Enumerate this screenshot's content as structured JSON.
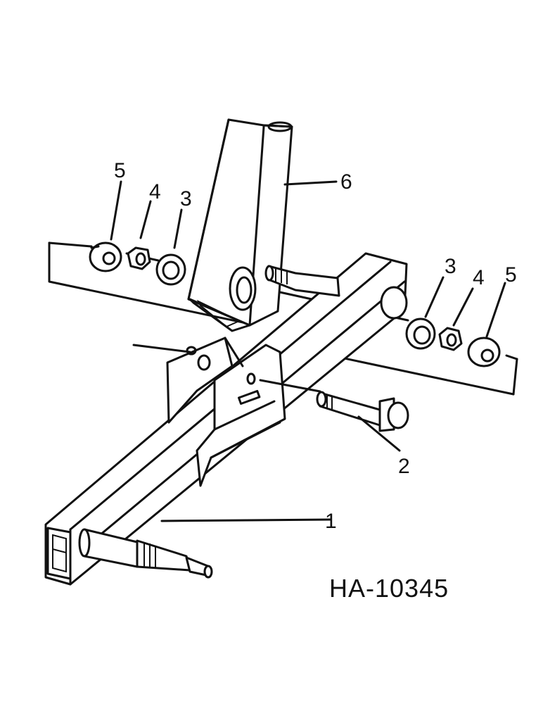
{
  "callouts": {
    "c1": "1",
    "c2": "2",
    "c3_left": "3",
    "c4_left": "4",
    "c5_left": "5",
    "c3_right": "3",
    "c4_right": "4",
    "c5_right": "5",
    "c6": "6"
  },
  "drawing_number": "HA-10345",
  "colors": {
    "ink": "#111111",
    "paper": "#ffffff"
  }
}
